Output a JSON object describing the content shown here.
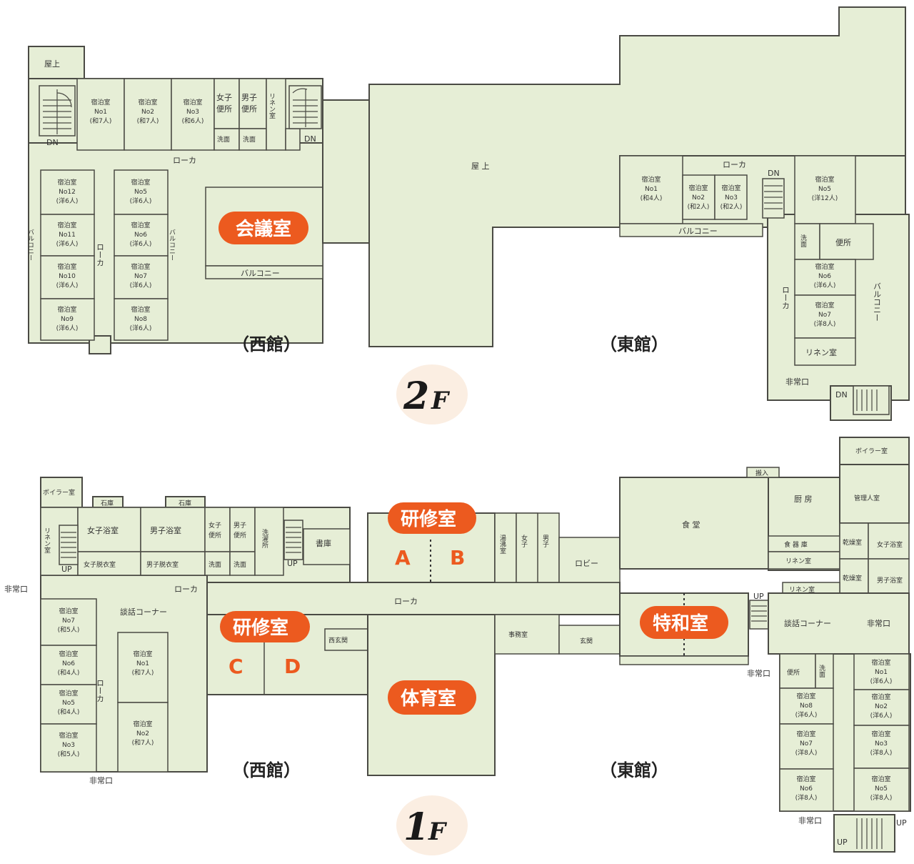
{
  "floors": [
    {
      "label": "2",
      "suffix": "F"
    },
    {
      "label": "1",
      "suffix": "F"
    }
  ],
  "wings": {
    "west": "（西館）",
    "east": "（東館）"
  },
  "f2": {
    "rooftop_small": "屋上",
    "rooftop": "屋 上",
    "corridor": "ローカ",
    "balcony": "バルコニー",
    "meeting": "会議室",
    "dn": "DN",
    "emergency_exit": "非常口",
    "linen": "リネン室",
    "wc_women": [
      "女子",
      "便所"
    ],
    "wc_men": [
      "男子",
      "便所"
    ],
    "wash": "洗面",
    "west_top_rooms": [
      [
        "宿泊室",
        "No1",
        "(和7人)"
      ],
      [
        "宿泊室",
        "No2",
        "(和7人)"
      ],
      [
        "宿泊室",
        "No3",
        "(和6人)"
      ]
    ],
    "west_left_rooms": [
      [
        "宿泊室",
        "No12",
        "(洋6人)"
      ],
      [
        "宿泊室",
        "No11",
        "(洋6人)"
      ],
      [
        "宿泊室",
        "No10",
        "(洋6人)"
      ],
      [
        "宿泊室",
        "No9",
        "(洋6人)"
      ]
    ],
    "west_mid_rooms": [
      [
        "宿泊室",
        "No5",
        "(洋6人)"
      ],
      [
        "宿泊室",
        "No6",
        "(洋6人)"
      ],
      [
        "宿泊室",
        "No7",
        "(洋6人)"
      ],
      [
        "宿泊室",
        "No8",
        "(洋6人)"
      ]
    ],
    "east_top_rooms": [
      [
        "宿泊室",
        "No1",
        "(和4人)"
      ],
      [
        "宿泊室",
        "No2",
        "(和2人)"
      ],
      [
        "宿泊室",
        "No3",
        "(和2人)"
      ],
      [
        "宿泊室",
        "No5",
        "(洋12人)"
      ]
    ],
    "east_side_rooms": [
      [
        "宿泊室",
        "No6",
        "(洋6人)"
      ],
      [
        "宿泊室",
        "No7",
        "(洋8人)"
      ]
    ],
    "wash_short": "洗面",
    "wc": "便所"
  },
  "f1": {
    "boiler": "ボイラー室",
    "storage": "石庫",
    "linen": "リネン室",
    "bath_w": "女子浴室",
    "bath_m": "男子浴室",
    "dress_w": "女子脱衣室",
    "dress_m": "男子脱衣室",
    "wc_women": [
      "女子",
      "便所"
    ],
    "wc_men": [
      "男子",
      "便所"
    ],
    "wash": "洗面",
    "laundry": "洗濯所",
    "warehouse": "書庫",
    "up": "UP",
    "emergency_exit": "非常口",
    "corridor": "ローカ",
    "talk_corner": "談話コーナー",
    "training": "研修室",
    "letters": [
      "A",
      "B",
      "C",
      "D"
    ],
    "gym": "体育室",
    "tokuwa": "特和室",
    "west_entrance": "西玄関",
    "entrance": "玄関",
    "office": "事務室",
    "lobby": "ロビー",
    "kitchen_water": "湯沸室",
    "dining": "食 堂",
    "kitchen": "厨 房",
    "pantry": "食 器 庫",
    "manager": "管理人室",
    "food_in": "搬入",
    "dry": "乾燥室",
    "wc": "便所",
    "west_left_rooms": [
      [
        "宿泊室",
        "No7",
        "(和5人)"
      ],
      [
        "宿泊室",
        "No6",
        "(和4人)"
      ],
      [
        "宿泊室",
        "No5",
        "(和4人)"
      ],
      [
        "宿泊室",
        "No3",
        "(和5人)"
      ]
    ],
    "west_mid_rooms": [
      [
        "宿泊室",
        "No1",
        "(和7人)"
      ],
      [
        "宿泊室",
        "No2",
        "(和7人)"
      ]
    ],
    "east_left_rooms": [
      [
        "宿泊室",
        "No8",
        "(洋6人)"
      ],
      [
        "宿泊室",
        "No7",
        "(洋8人)"
      ],
      [
        "宿泊室",
        "No6",
        "(洋8人)"
      ]
    ],
    "east_right_rooms": [
      [
        "宿泊室",
        "No1",
        "(洋6人)"
      ],
      [
        "宿泊室",
        "No2",
        "(洋6人)"
      ],
      [
        "宿泊室",
        "No3",
        "(洋8人)"
      ],
      [
        "宿泊室",
        "No5",
        "(洋8人)"
      ]
    ]
  }
}
